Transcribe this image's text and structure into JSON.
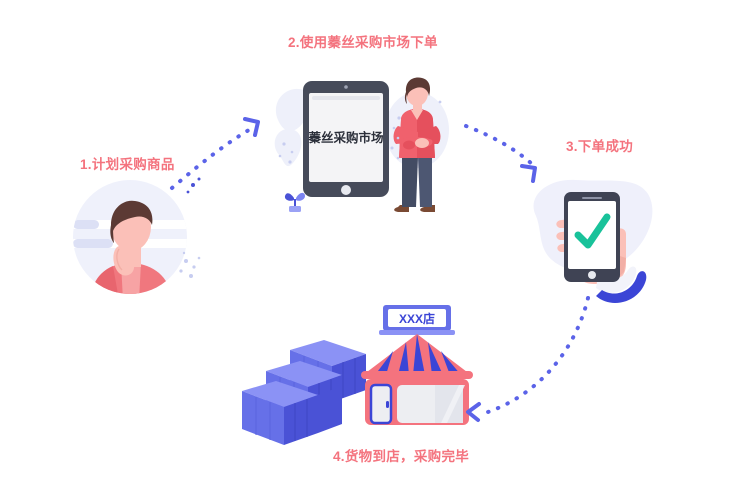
{
  "diagram": {
    "title_visible": false,
    "type": "circular-process-flow",
    "background_color": "#ffffff",
    "accent_pink": "#F4737E",
    "accent_blue": "#5B63E8",
    "arrow_color": "#5B63E8",
    "check_color": "#19C29A",
    "steps": [
      {
        "index": "1",
        "label": "1.计划采购商品",
        "illustration": "thinking-person",
        "position": "left"
      },
      {
        "index": "2",
        "label": "2.使用蓁丝采购市场下单",
        "illustration": "tablet-with-standing-person",
        "position": "top"
      },
      {
        "index": "3",
        "label": "3.下单成功",
        "illustration": "hand-holding-phone-with-checkmark",
        "position": "right"
      },
      {
        "index": "4",
        "label": "4.货物到店，采购完毕",
        "illustration": "storefront-with-boxes",
        "position": "bottom"
      }
    ],
    "tablet": {
      "screen_text": "蓁丝采购市场",
      "screen_bg": "#F4F4F6",
      "frame_color": "#464B5A",
      "text_color": "#2B2F3A"
    },
    "storefront": {
      "sign_text": "XXX店",
      "sign_text_color": "#3B45D6",
      "awning_stripe_a": "#F4737E",
      "awning_stripe_b": "#3B45D6",
      "frame_color": "#F4737E"
    },
    "phone": {
      "status_icon": "check-icon",
      "frame_color": "#3F4354",
      "screen_bg": "#FFFFFF"
    },
    "boxes": {
      "count_label": "",
      "color_top": "#7C84F2",
      "color_front": "#5B63E8",
      "color_side": "#4A52D6"
    },
    "arrows": [
      {
        "name": "arrow-step1-to-step2",
        "from": "1",
        "to": "2",
        "style": "dotted-curve"
      },
      {
        "name": "arrow-step2-to-step3",
        "from": "2",
        "to": "3",
        "style": "dotted-curve"
      },
      {
        "name": "arrow-step3-to-step4",
        "from": "3",
        "to": "4",
        "style": "dotted-curve"
      }
    ]
  }
}
